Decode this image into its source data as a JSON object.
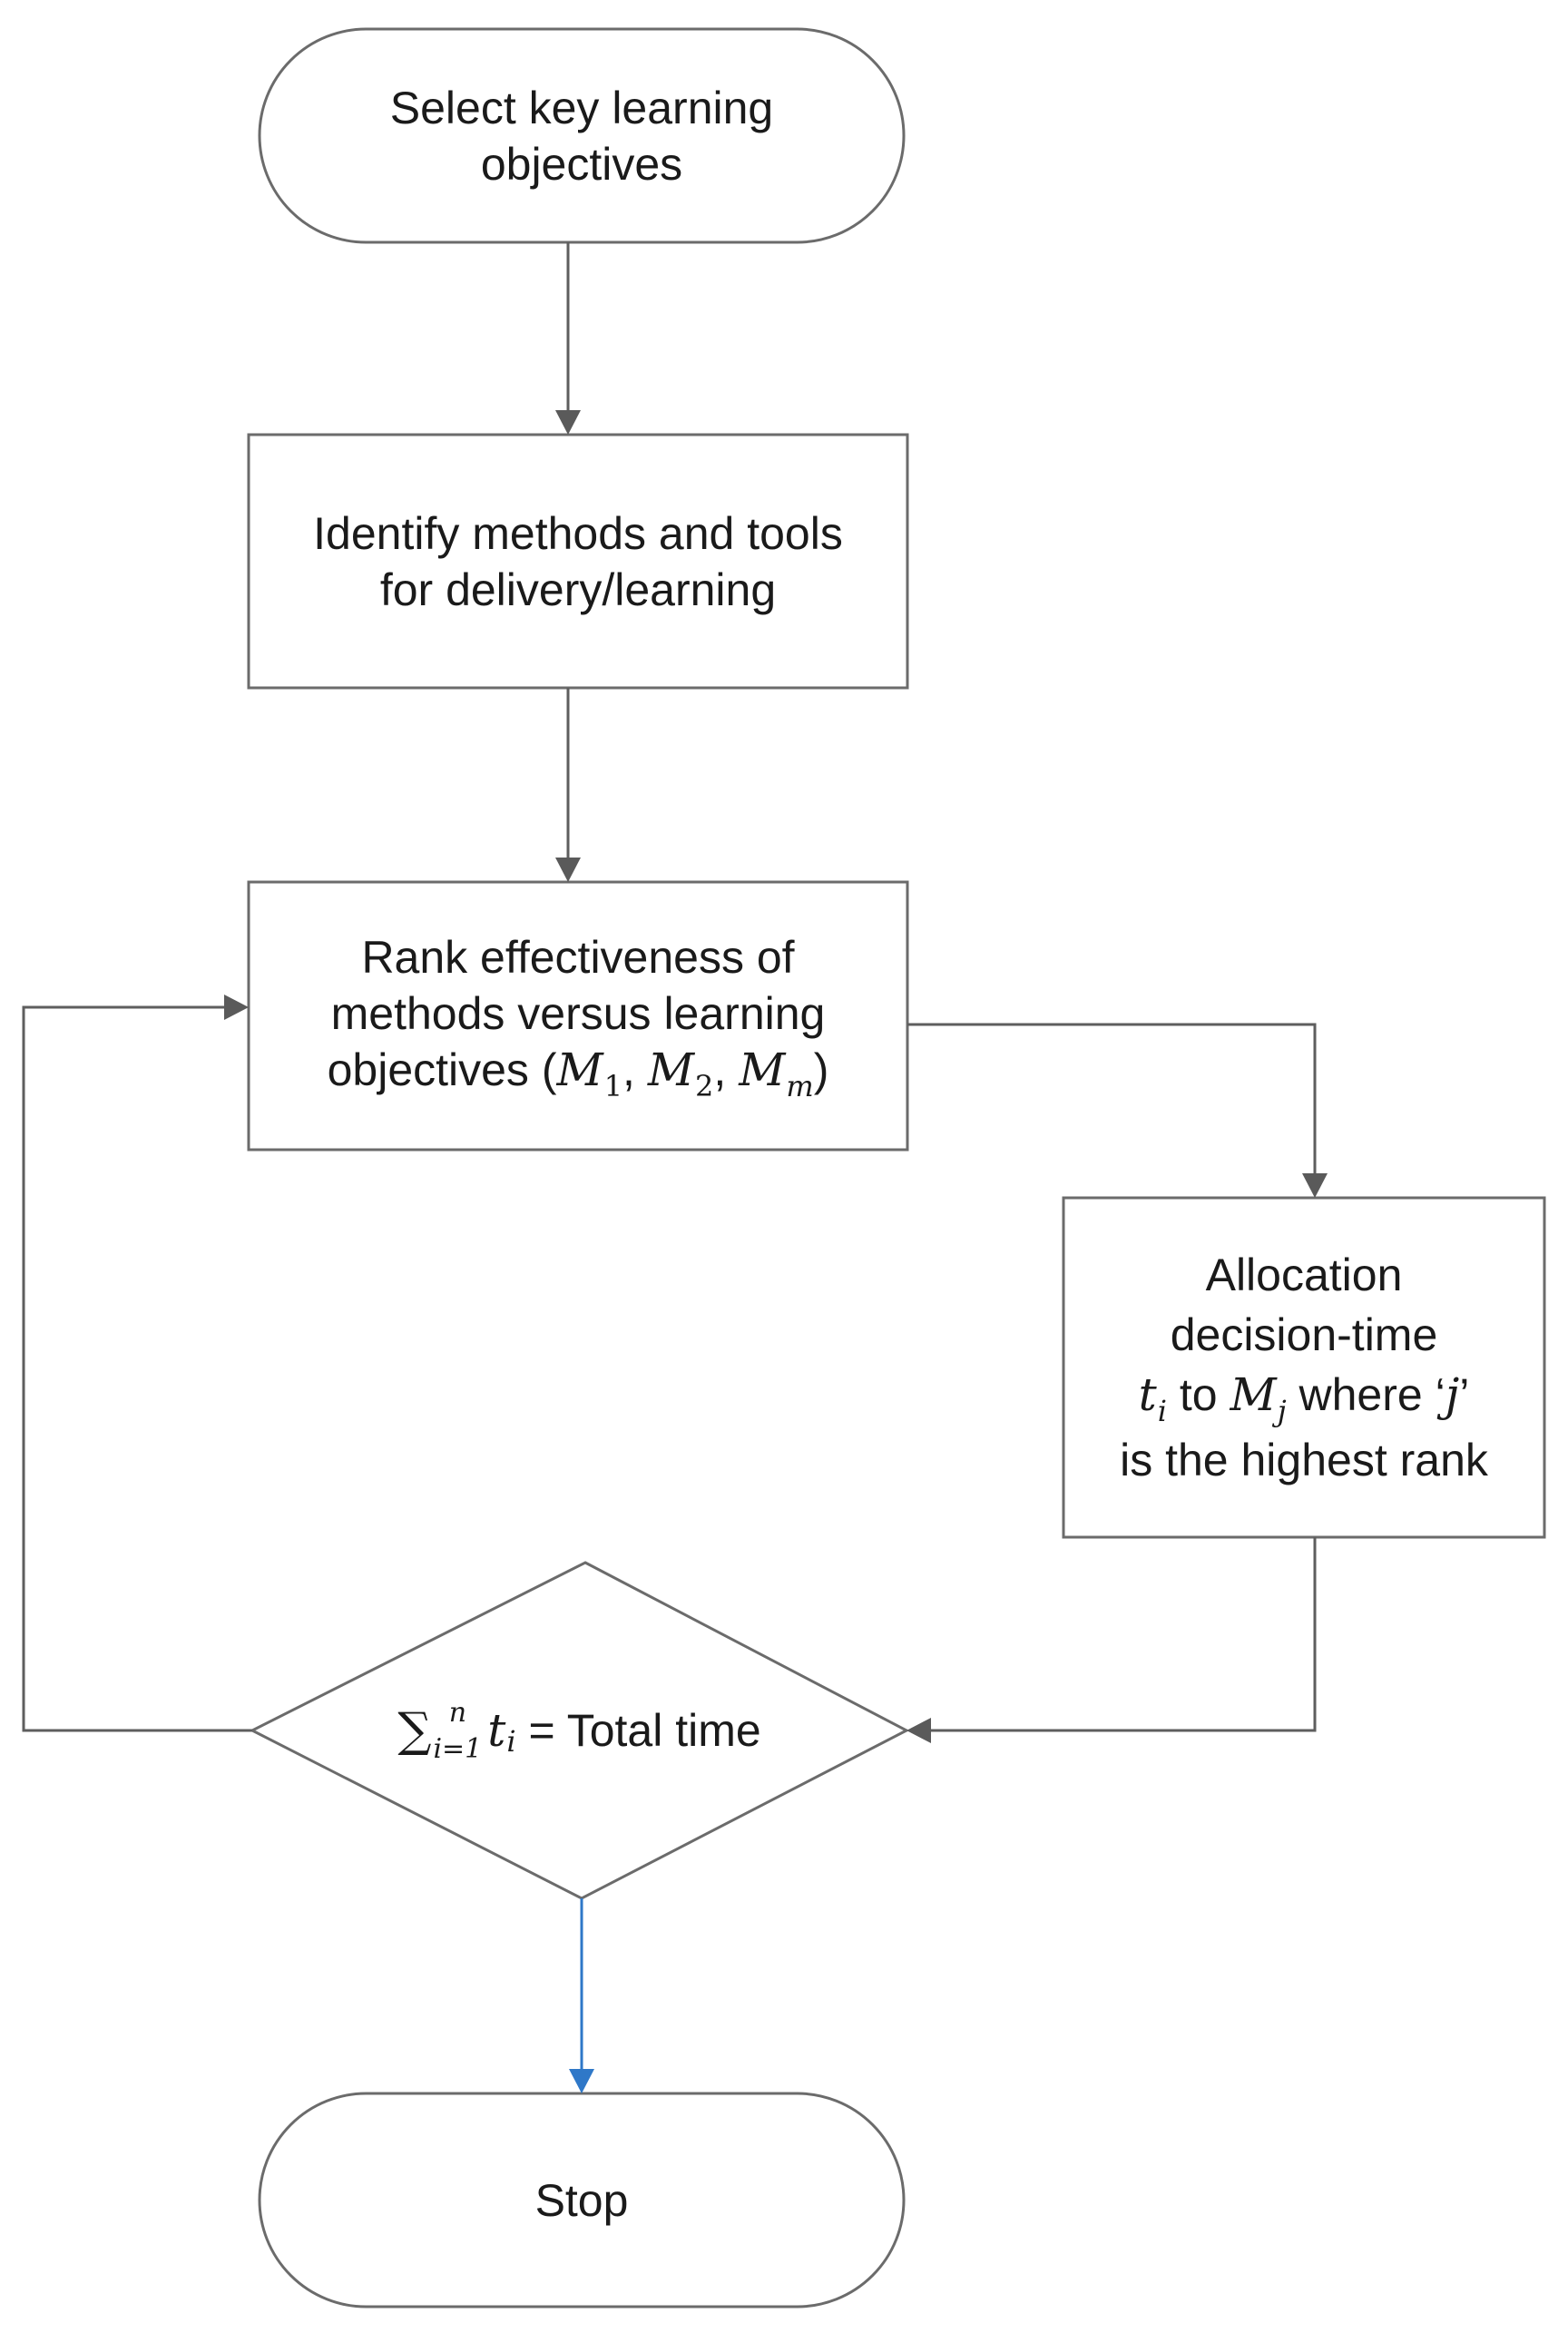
{
  "nodes": {
    "start": {
      "line1": "Select key learning",
      "line2": "objectives"
    },
    "identify": {
      "line1": "Identify methods and tools",
      "line2": "for delivery/learning"
    },
    "rank": {
      "line1": "Rank effectiveness of",
      "line2": "methods versus learning",
      "line3_prefix": "objectives (",
      "m1_var": "M",
      "m1_sub": "1",
      "sep1": ", ",
      "m2_var": "M",
      "m2_sub": "2",
      "sep2": ", ",
      "mm_var": "M",
      "mm_sub": "m",
      "line3_suffix": ")"
    },
    "allocation": {
      "line1": "Allocation",
      "line2": "decision-time",
      "t_var": "t",
      "t_sub": "i",
      "to_text": " to ",
      "mj_var": "M",
      "mj_sub": "j",
      "where_text": " where ‘",
      "j_var": "j",
      "close_quote": "’",
      "line4": "is the highest rank"
    },
    "decision": {
      "sigma": "∑",
      "upper_limit": "n",
      "lower_limit": "i=1",
      "t_var": "t",
      "t_sub": "i",
      "suffix": " = Total time"
    },
    "stop": {
      "label": "Stop"
    }
  },
  "colors": {
    "node_border": "#6b6b6b",
    "connector": "#5e5e5e",
    "stop_connector": "#2f78c8",
    "text": "#1a1a1a"
  }
}
